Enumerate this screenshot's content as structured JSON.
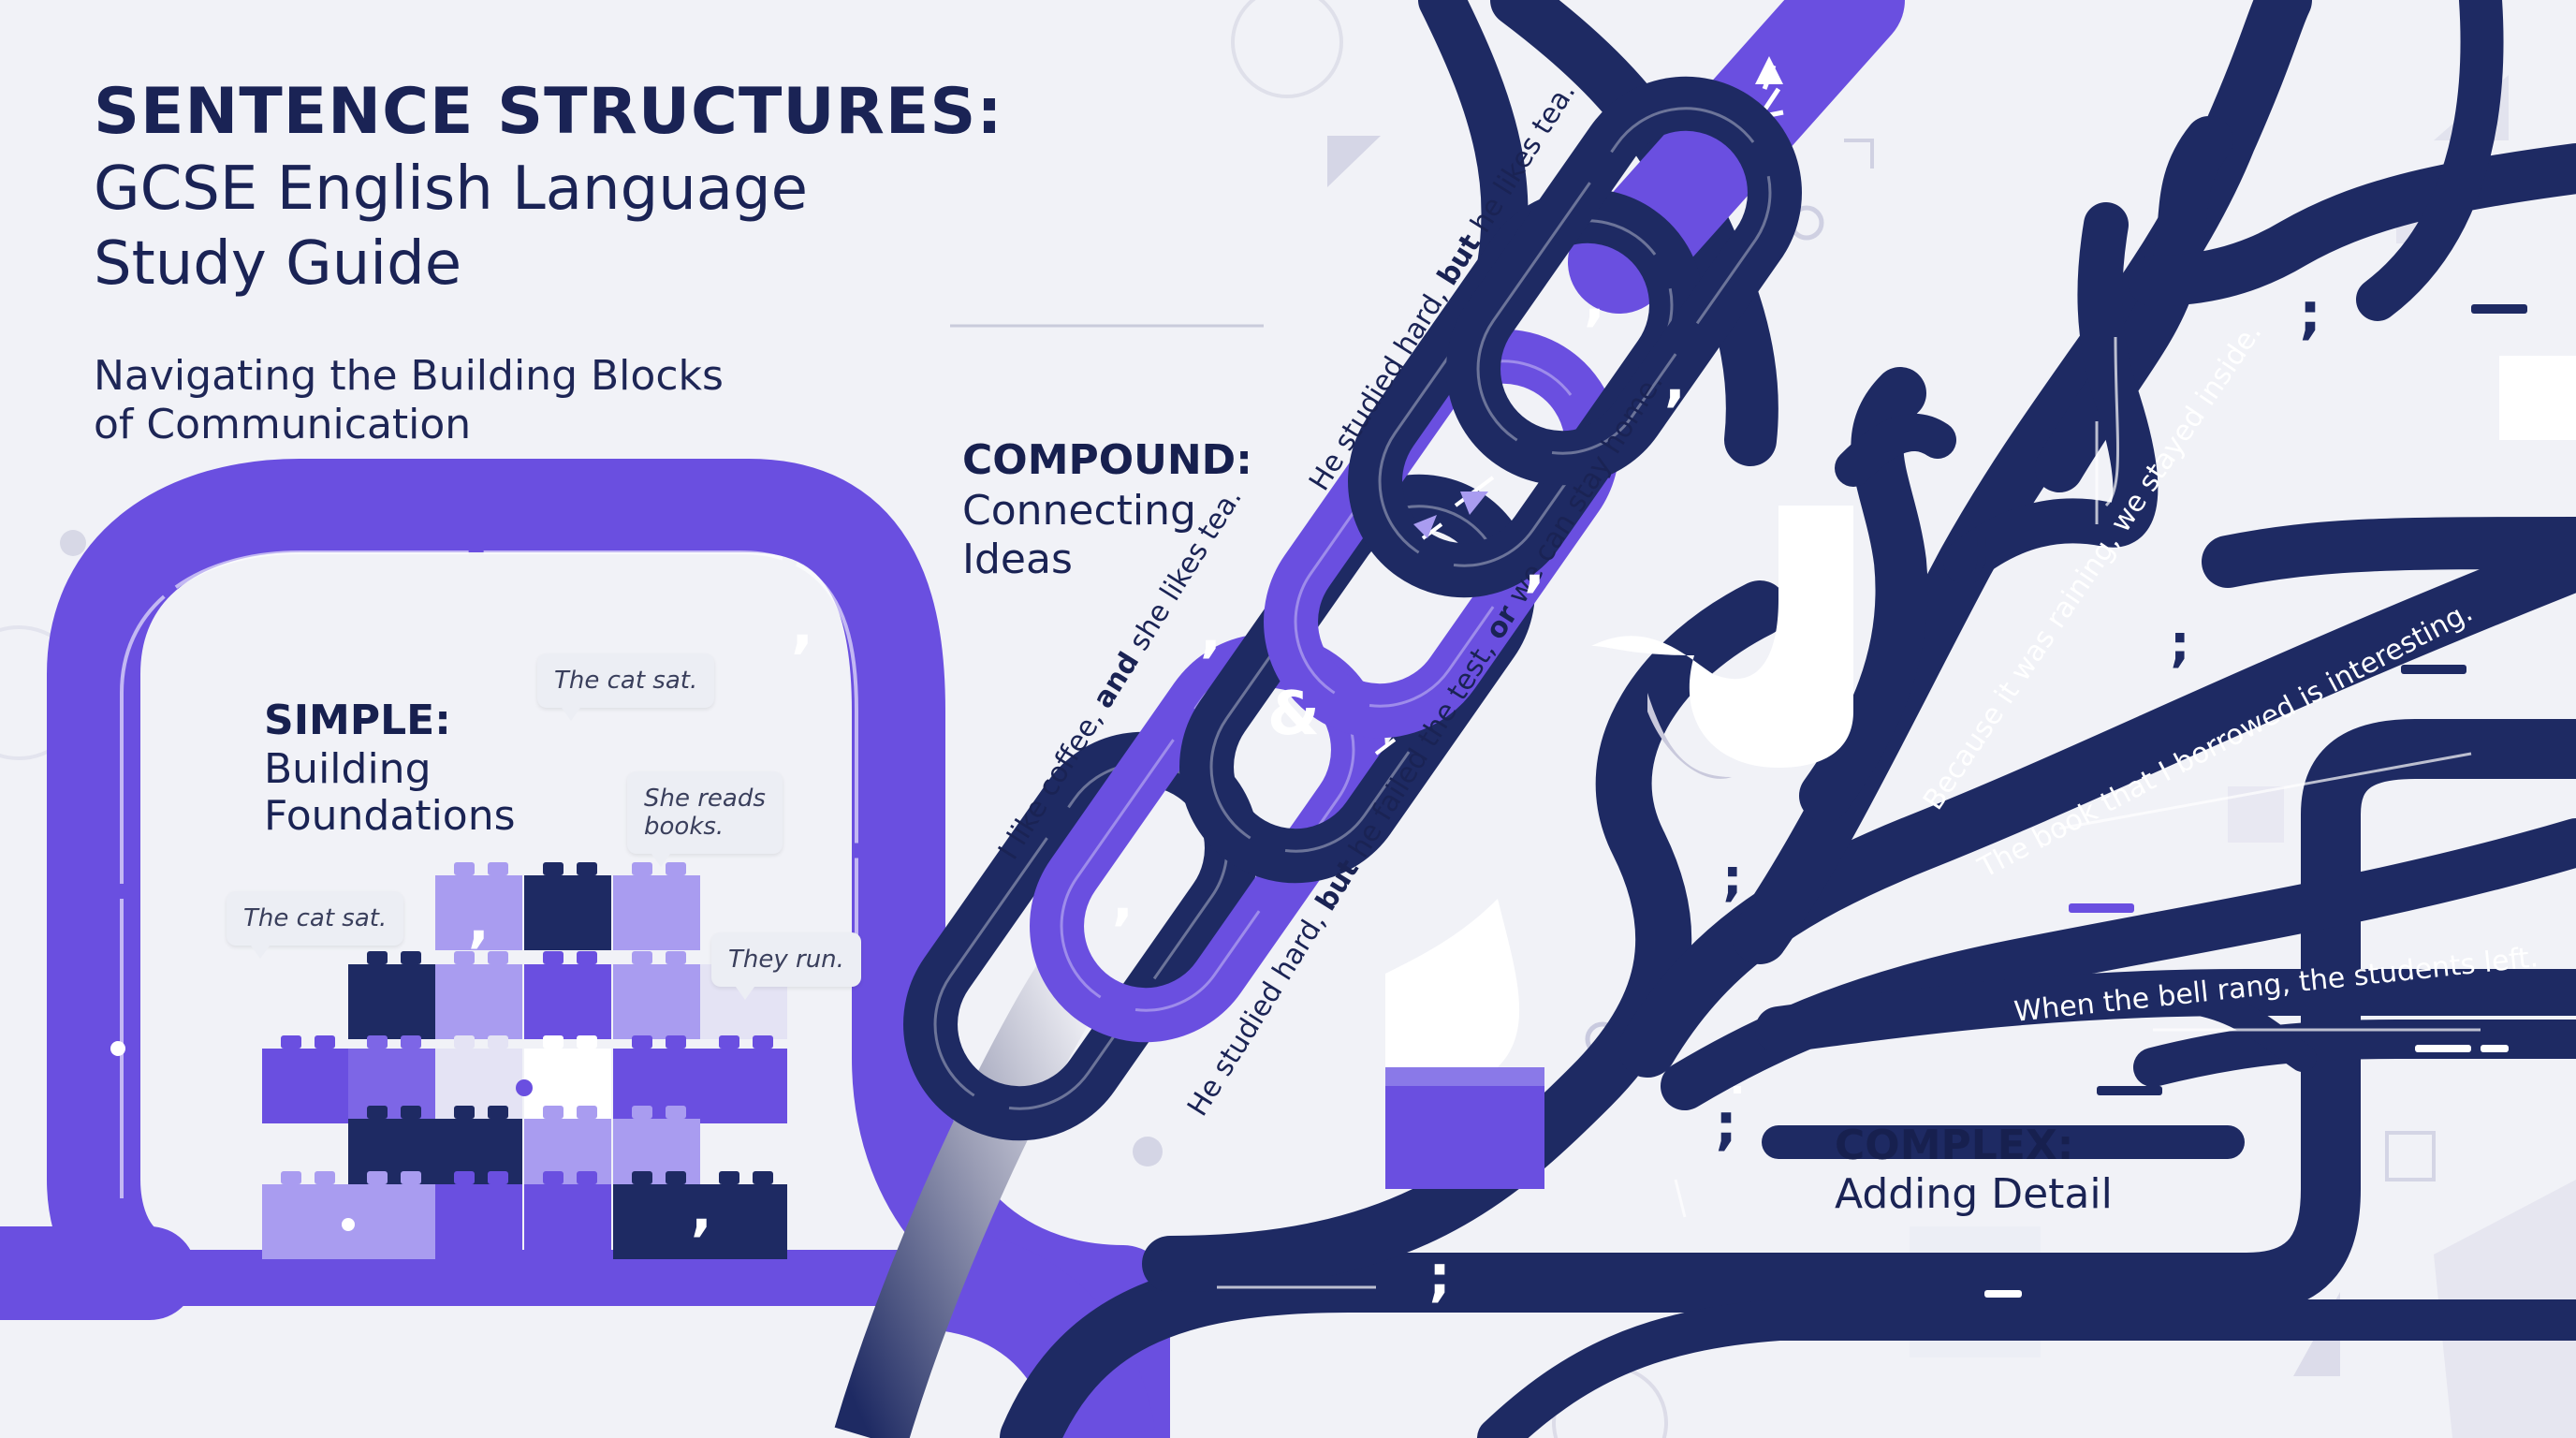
{
  "header": {
    "title_line1": "SENTENCE STRUCTURES:",
    "title_line2": "GCSE English Language",
    "title_line3": "Study Guide",
    "tagline_line1": "Navigating the Building Blocks",
    "tagline_line2": "of Communication"
  },
  "simple": {
    "heading": "SIMPLE:",
    "sub_line1": "Building",
    "sub_line2": "Foundations",
    "bubbles": [
      {
        "line1": "The cat sat.",
        "line2": ""
      },
      {
        "line1": "She reads",
        "line2": "books."
      },
      {
        "line1": "The cat sat.",
        "line2": ""
      },
      {
        "line1": "They run.",
        "line2": ""
      }
    ]
  },
  "compound": {
    "heading": "COMPOUND:",
    "sub_line1": "Connecting",
    "sub_line2": "Ideas",
    "ampersand": "&",
    "sentences": [
      {
        "pre": "He studied hard, ",
        "conj": "but",
        "post": " he likes tea."
      },
      {
        "pre": "I like coffee, ",
        "conj": "and",
        "post": " she likes tea."
      },
      {
        "pre": "He studied hard, ",
        "conj": "but",
        "post": " he failed the test, "
      },
      {
        "pre": "",
        "conj": "or",
        "post": " we can stay home."
      }
    ]
  },
  "complex": {
    "heading": "COMPLEX:",
    "sub_line1": "Adding Detail",
    "sentences": [
      "Because it was raining, we stayed inside.",
      "The book that I borrowed is interesting.",
      "When the bell rang, the students left."
    ]
  },
  "symbols": {
    "comma": ",",
    "semicolon": ";"
  },
  "colors": {
    "navy": "#1e2a63",
    "violet": "#6a4fe0",
    "lavender": "#a99cf0",
    "pale": "#e4e3f4",
    "background": "#f1f2f7"
  }
}
